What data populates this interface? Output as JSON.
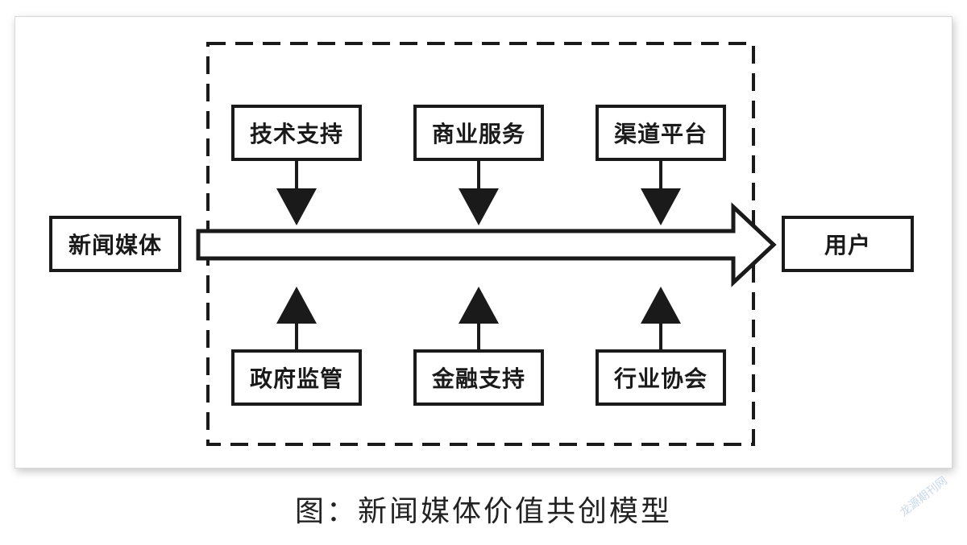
{
  "diagram": {
    "source": {
      "label": "新闻媒体"
    },
    "target": {
      "label": "用户"
    },
    "top_factors": [
      {
        "label": "技术支持"
      },
      {
        "label": "商业服务"
      },
      {
        "label": "渠道平台"
      }
    ],
    "bottom_factors": [
      {
        "label": "政府监管"
      },
      {
        "label": "金融支持"
      },
      {
        "label": "行业协会"
      }
    ]
  },
  "caption": "图：新闻媒体价值共创模型",
  "watermark": "龙源期刊网",
  "colors": {
    "ink": "#1a1a1a",
    "background": "#ffffff",
    "watermark": "#c8d8ec"
  }
}
